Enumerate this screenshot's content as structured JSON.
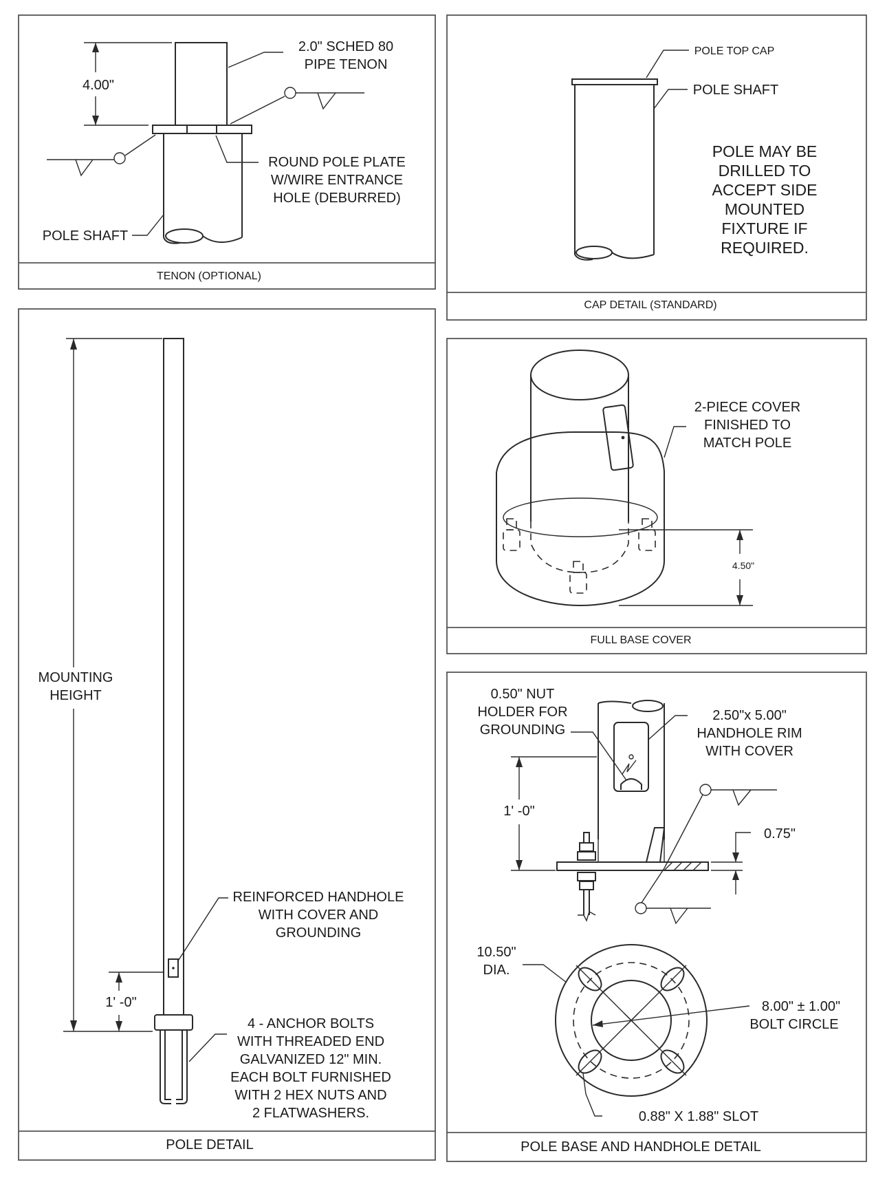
{
  "panels": {
    "tenon": {
      "title": "TENON (OPTIONAL)",
      "dim_height": "4.00\"",
      "tenon_label": [
        "2.0\" SCHED 80",
        "PIPE TENON"
      ],
      "plate_label": [
        "ROUND POLE PLATE",
        "W/WIRE ENTRANCE",
        "HOLE (DEBURRED)"
      ],
      "shaft_label": "POLE SHAFT"
    },
    "cap": {
      "title": "CAP DETAIL (STANDARD)",
      "cap_label": "POLE TOP CAP",
      "shaft_label": "POLE SHAFT",
      "note": [
        "POLE MAY BE",
        "DRILLED TO",
        "ACCEPT SIDE",
        "MOUNTED",
        "FIXTURE IF",
        "REQUIRED."
      ]
    },
    "pole": {
      "title": "POLE DETAIL",
      "height_label": [
        "MOUNTING",
        "HEIGHT"
      ],
      "handhole_dim": "1' -0\"",
      "handhole_label": [
        "REINFORCED HANDHOLE",
        "WITH COVER AND",
        "GROUNDING"
      ],
      "anchor_label": [
        "4 - ANCHOR BOLTS",
        "WITH THREADED END",
        "GALVANIZED 12\" MIN.",
        "EACH BOLT FURNISHED",
        "WITH 2 HEX NUTS AND",
        "2 FLATWASHERS."
      ]
    },
    "base_cover": {
      "title": "FULL BASE COVER",
      "cover_label": [
        "2-PIECE COVER",
        "FINISHED TO",
        "MATCH POLE"
      ],
      "dim_height": "4.50\""
    },
    "base_handhole": {
      "title": "POLE BASE AND HANDHOLE DETAIL",
      "nut_label": [
        "0.50\" NUT",
        "HOLDER FOR",
        "GROUNDING"
      ],
      "rim_label": [
        "2.50\"x  5.00\"",
        "HANDHOLE RIM",
        "WITH COVER"
      ],
      "dim_height": "1' -0\"",
      "plate_thickness": "0.75\"",
      "diameter_label": [
        "10.50\"",
        "DIA."
      ],
      "bolt_circle_label": [
        "8.00\" ±  1.00\"",
        "BOLT CIRCLE"
      ],
      "slot_label": "0.88\" X 1.88\" SLOT"
    }
  }
}
